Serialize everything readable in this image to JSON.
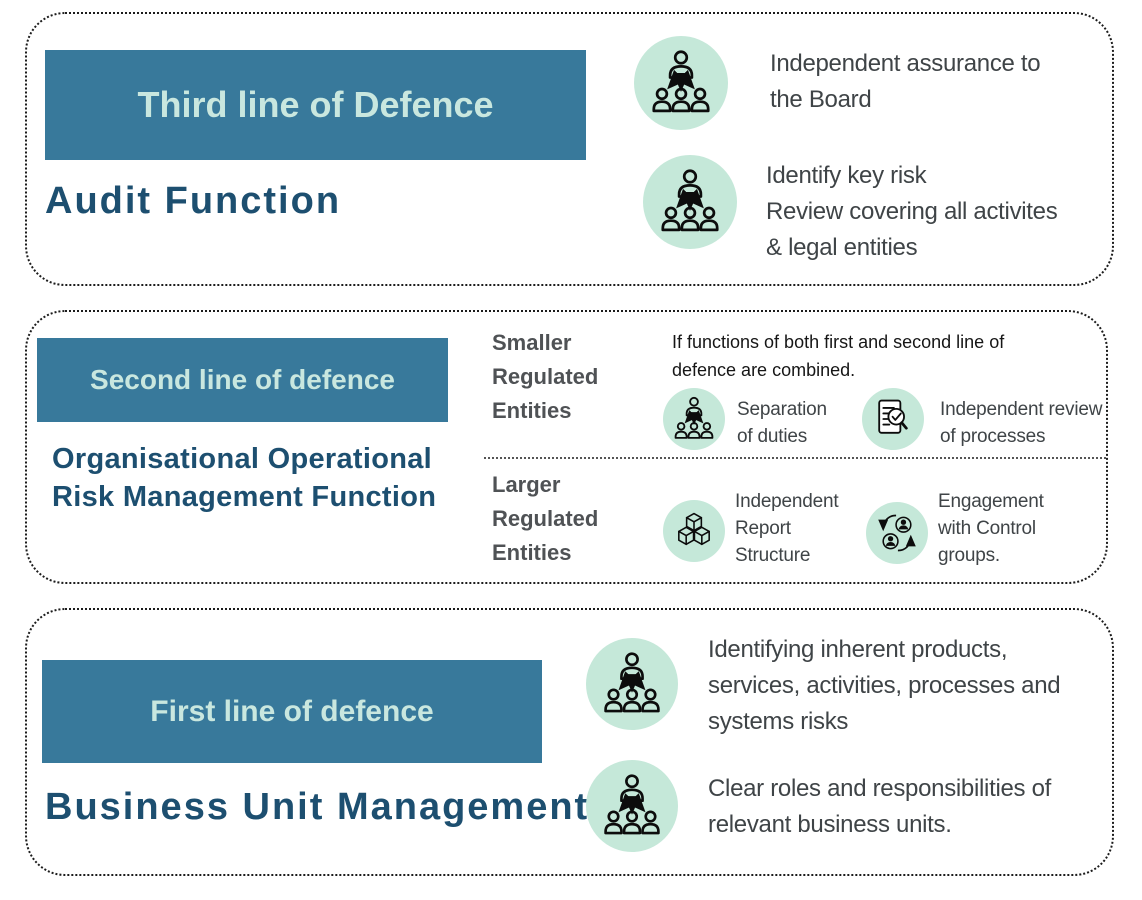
{
  "colors": {
    "banner_bg": "#38799B",
    "banner_text": "#C9E7DF",
    "heading_navy": "#1D4F70",
    "entity_label_gray": "#4F5255",
    "body_text_gray": "#3F4447",
    "note_text_black": "#161616",
    "icon_circle_mint": "#C5E8D9",
    "icon_stroke": "#0C0C0C",
    "border_dotted": "#1C1C1C"
  },
  "panel_third": {
    "banner": "Third line of Defence",
    "heading": "Audit Function",
    "items": [
      {
        "icon": "org-chart-icon",
        "text": "Independent assurance to\nthe Board"
      },
      {
        "icon": "org-chart-icon",
        "text": "Identify key risk\nReview covering all activites\n& legal entities"
      }
    ]
  },
  "panel_second": {
    "banner": "Second line of defence",
    "heading": "Organisational Operational\nRisk Management Function",
    "smaller": {
      "label": "Smaller\nRegulated\nEntities",
      "note": "If functions of both first and second line of\ndefence are combined.",
      "items": [
        {
          "icon": "separation-of-duties-icon",
          "text": "Separation\nof duties"
        },
        {
          "icon": "independent-review-icon",
          "text": "Independent review\nof processes"
        }
      ]
    },
    "larger": {
      "label": "Larger\nRegulated\nEntities",
      "items": [
        {
          "icon": "report-structure-cubes-icon",
          "text": "Independent\nReport\nStructure"
        },
        {
          "icon": "engagement-cycle-icon",
          "text": "Engagement\nwith Control\ngroups."
        }
      ]
    }
  },
  "panel_first": {
    "banner": "First line of defence",
    "heading": "Business Unit Management",
    "items": [
      {
        "icon": "org-chart-icon",
        "text": "Identifying inherent products,\nservices, activities, processes and\nsystems risks"
      },
      {
        "icon": "org-chart-icon",
        "text": "Clear roles and responsibilities of\nrelevant business units."
      }
    ]
  }
}
